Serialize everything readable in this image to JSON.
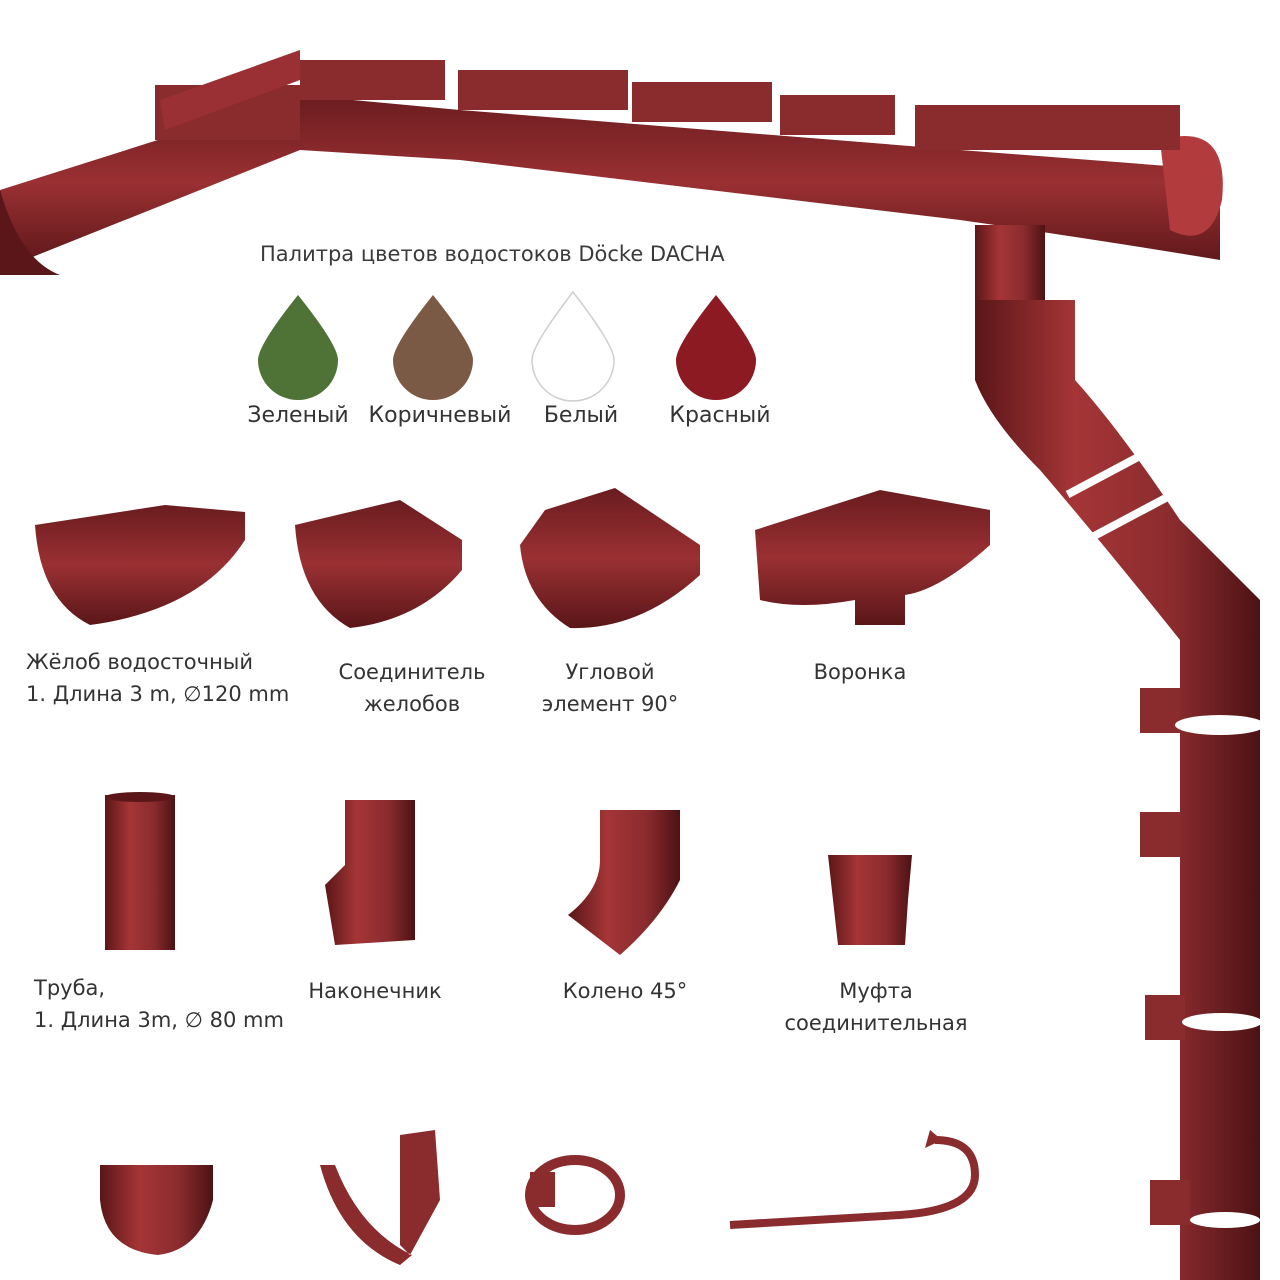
{
  "palette": {
    "title": "Палитра цветов водостоков Döcke DACHA",
    "swatches": [
      {
        "label": "Зеленый",
        "color": "#4f7236"
      },
      {
        "label": "Коричневый",
        "color": "#7a5a45"
      },
      {
        "label": "Белый",
        "color": "#ffffff"
      },
      {
        "label": "Красный",
        "color": "#8c1a22"
      }
    ]
  },
  "colors": {
    "product": "#8a2b2e",
    "product_dark": "#5a1618",
    "product_light": "#b23c3d"
  },
  "items": {
    "gutter": {
      "line1": "Жёлоб водосточный",
      "line2": "1. Длина 3 m, ∅120 mm"
    },
    "connector": {
      "line1": "Соединитель",
      "line2": "желобов"
    },
    "corner": {
      "line1": "Угловой",
      "line2": "элемент 90°"
    },
    "funnel": {
      "line1": "Воронка"
    },
    "pipe": {
      "line1": "Труба,",
      "line2": "1. Длина 3m, ∅ 80 mm"
    },
    "outlet": {
      "line1": "Наконечник"
    },
    "elbow": {
      "line1": "Колено 45°"
    },
    "coupling": {
      "line1": "Муфта",
      "line2": "соединительная"
    }
  }
}
